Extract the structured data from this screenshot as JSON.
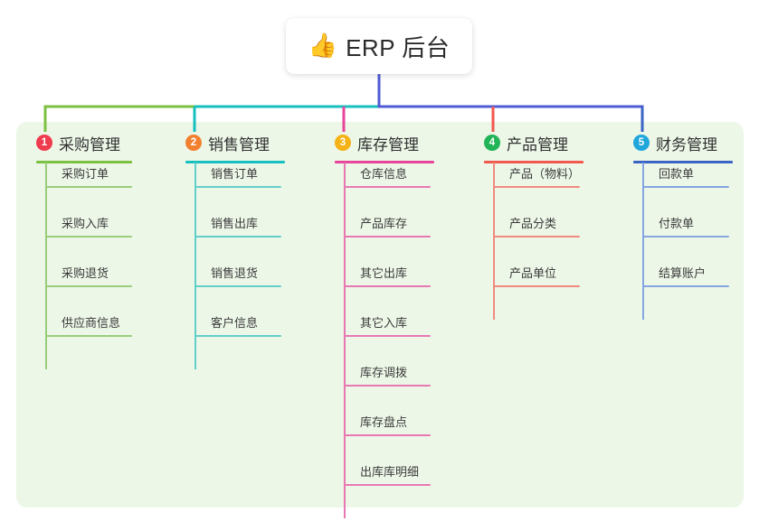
{
  "root": {
    "icon": "thumbs-up-icon",
    "emoji": "👍",
    "title": "ERP 后台"
  },
  "theme": {
    "page_background": "#ffffff",
    "panel_background": "#edf7e8",
    "card_background": "#ffffff",
    "root_connector": "#4f5bd5",
    "text": "#303030"
  },
  "columns": [
    {
      "number": "1",
      "title": "采购管理",
      "badge_color": "#ef3b4e",
      "line_color": "#7cc142",
      "leaf_color": "#9acd7a",
      "items": [
        {
          "label": "采购订单"
        },
        {
          "label": "采购入库"
        },
        {
          "label": "采购退货"
        },
        {
          "label": "供应商信息"
        }
      ]
    },
    {
      "number": "2",
      "title": "销售管理",
      "badge_color": "#f2812f",
      "line_color": "#18bfbf",
      "leaf_color": "#63cfcb",
      "items": [
        {
          "label": "销售订单"
        },
        {
          "label": "销售出库"
        },
        {
          "label": "销售退货"
        },
        {
          "label": "客户信息"
        }
      ]
    },
    {
      "number": "3",
      "title": "库存管理",
      "badge_color": "#f5b216",
      "line_color": "#e8459a",
      "leaf_color": "#e878b3",
      "items": [
        {
          "label": "仓库信息"
        },
        {
          "label": "产品库存"
        },
        {
          "label": "其它出库"
        },
        {
          "label": "其它入库"
        },
        {
          "label": "库存调拨"
        },
        {
          "label": "库存盘点"
        },
        {
          "label": "出库库明细"
        }
      ]
    },
    {
      "number": "4",
      "title": "产品管理",
      "badge_color": "#22b457",
      "line_color": "#f1584f",
      "leaf_color": "#f08a80",
      "items": [
        {
          "label": "产品（物料）"
        },
        {
          "label": "产品分类"
        },
        {
          "label": "产品单位"
        }
      ]
    },
    {
      "number": "5",
      "title": "财务管理",
      "badge_color": "#1fa6db",
      "line_color": "#3b64c4",
      "leaf_color": "#85a6e0",
      "items": [
        {
          "label": "回款单"
        },
        {
          "label": "付款单"
        },
        {
          "label": "结算账户"
        }
      ]
    }
  ],
  "connector_bar": {
    "segments": [
      {
        "color": "#7cc142"
      },
      {
        "color": "#18bfbf"
      },
      {
        "color": "#4f5bd5"
      }
    ]
  }
}
